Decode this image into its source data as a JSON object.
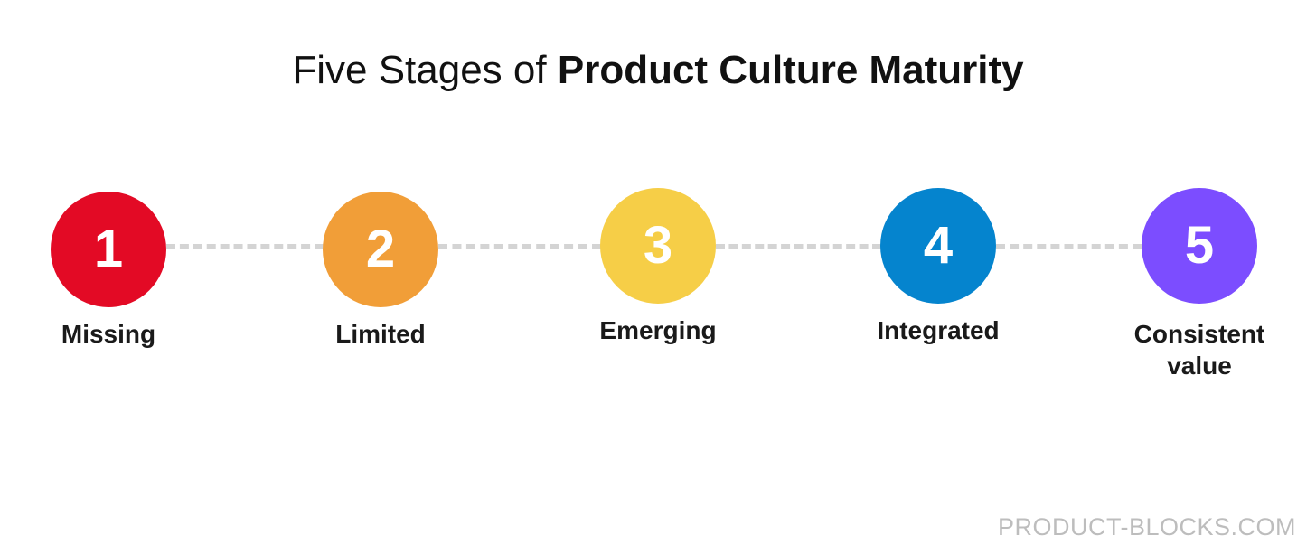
{
  "title": {
    "prefix": "Five Stages of",
    "emphasis": "Product Culture Maturity"
  },
  "stages": [
    {
      "number": "1",
      "label_lines": [
        "Missing"
      ],
      "color": "#E30A25"
    },
    {
      "number": "2",
      "label_lines": [
        "Limited"
      ],
      "color": "#F19E38"
    },
    {
      "number": "3",
      "label_lines": [
        "Emerging"
      ],
      "color": "#F6CE47"
    },
    {
      "number": "4",
      "label_lines": [
        "Integrated"
      ],
      "color": "#0584CE"
    },
    {
      "number": "5",
      "label_lines": [
        "Consistent",
        "value"
      ],
      "color": "#7C4DFF"
    }
  ],
  "connector_color": "#D4D4D4",
  "watermark": "PRODUCT-BLOCKS.COM"
}
